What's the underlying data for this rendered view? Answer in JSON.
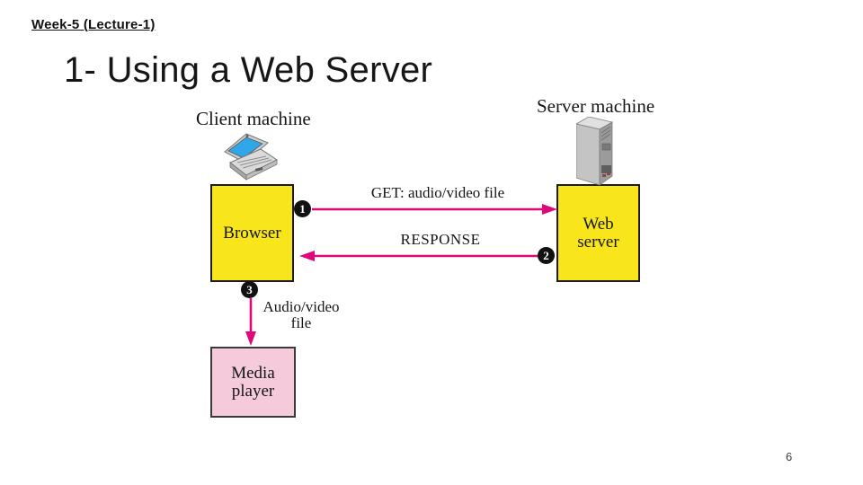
{
  "slide": {
    "header": "Week-5 (Lecture-1)",
    "title": "1- Using a Web Server",
    "page_number": "6"
  },
  "diagram": {
    "client": {
      "label": "Client machine",
      "icon": "laptop-icon"
    },
    "server": {
      "label": "Server machine",
      "icon": "tower-server-icon"
    },
    "nodes": {
      "browser": "Browser",
      "web_server": "Web server",
      "media_player": "Media player"
    },
    "messages": {
      "get": {
        "step": "1",
        "label": "GET: audio/video file",
        "direction": "browser to web server"
      },
      "response": {
        "step": "2",
        "label": "RESPONSE",
        "direction": "web server to browser"
      },
      "download": {
        "step": "3",
        "label": "Audio/video file",
        "direction": "browser to media player"
      }
    },
    "colors": {
      "node_yellow": "#F8E51C",
      "node_pink": "#F5CADB",
      "arrow_magenta": "#DF087B",
      "badge_black": "#111111",
      "laptop_screen_blue": "#2FA7E8"
    }
  }
}
